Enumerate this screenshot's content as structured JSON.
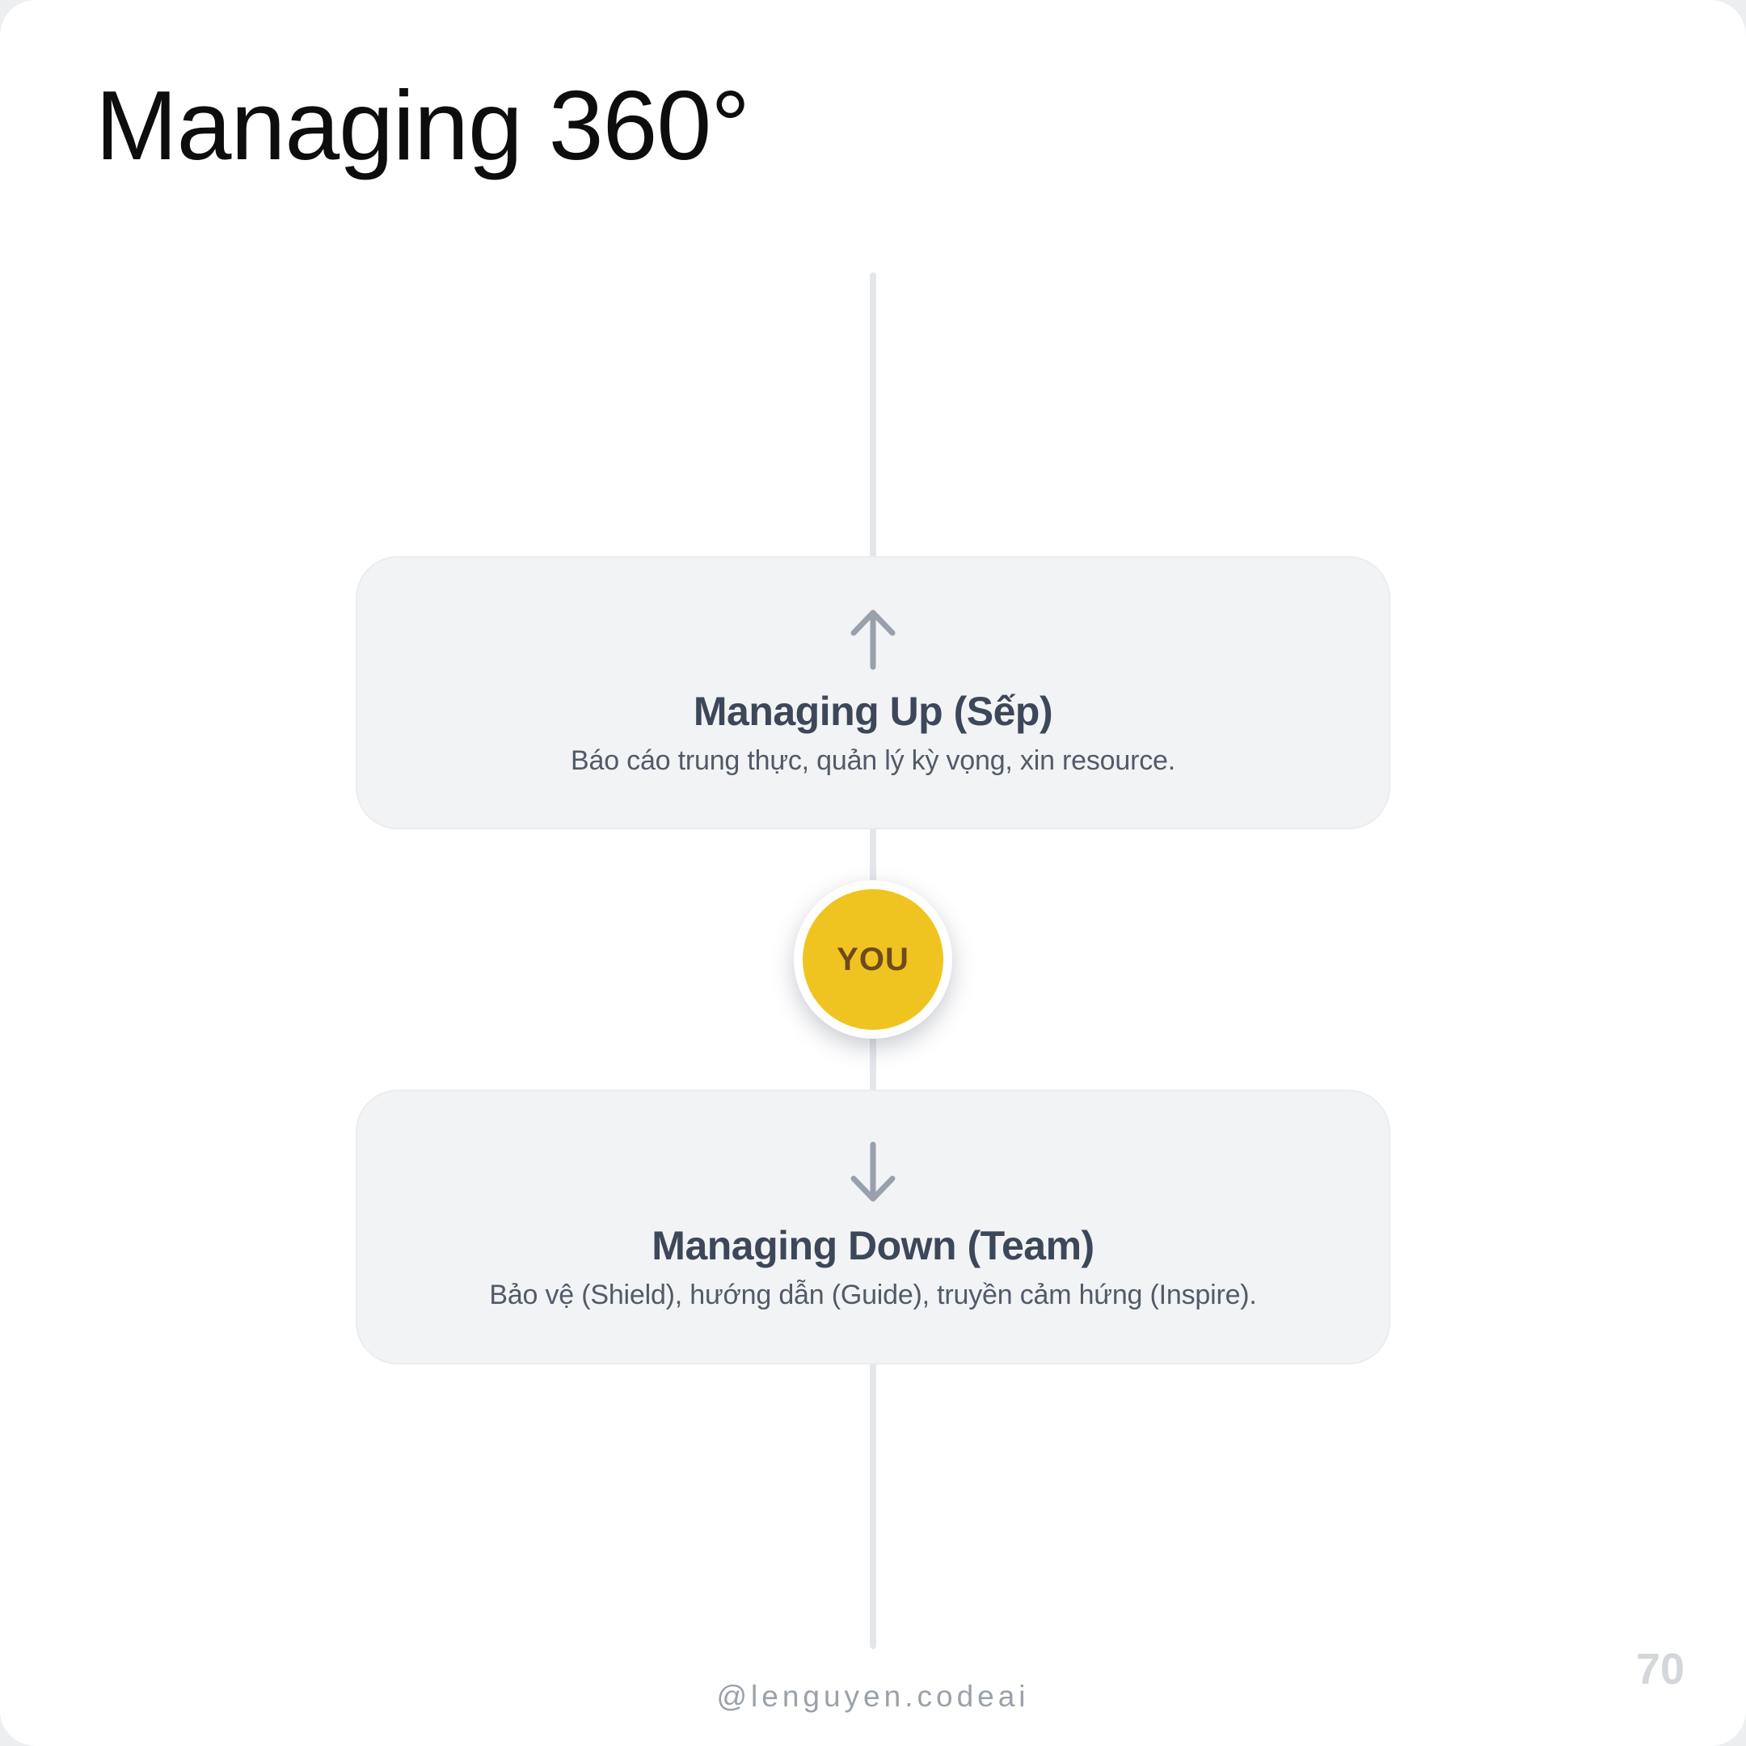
{
  "page": {
    "title": "Managing 360°",
    "page_number": "70",
    "footer_handle": "@lenguyen.codeai"
  },
  "diagram": {
    "center_label": "YOU",
    "cards": {
      "up": {
        "icon": "arrow-up-icon",
        "title": "Managing Up (Sếp)",
        "description": "Báo cáo trung thực, quản lý kỳ vọng, xin resource."
      },
      "down": {
        "icon": "arrow-down-icon",
        "title": "Managing Down (Team)",
        "description": "Bảo vệ (Shield), hướng dẫn (Guide), truyền cảm hứng (Inspire)."
      }
    }
  },
  "colors": {
    "page_background": "#ffffff",
    "outer_background": "#eceef0",
    "card_background": "#f2f3f5",
    "spine_line": "#e4e7ea",
    "arrow": "#98a0ab",
    "card_title": "#3c4859",
    "card_description": "#515b68",
    "you_circle": "#f0c420",
    "you_text": "#6f4a1d",
    "footer_text": "#9aa1a9",
    "page_number_text": "#d3d6da"
  }
}
